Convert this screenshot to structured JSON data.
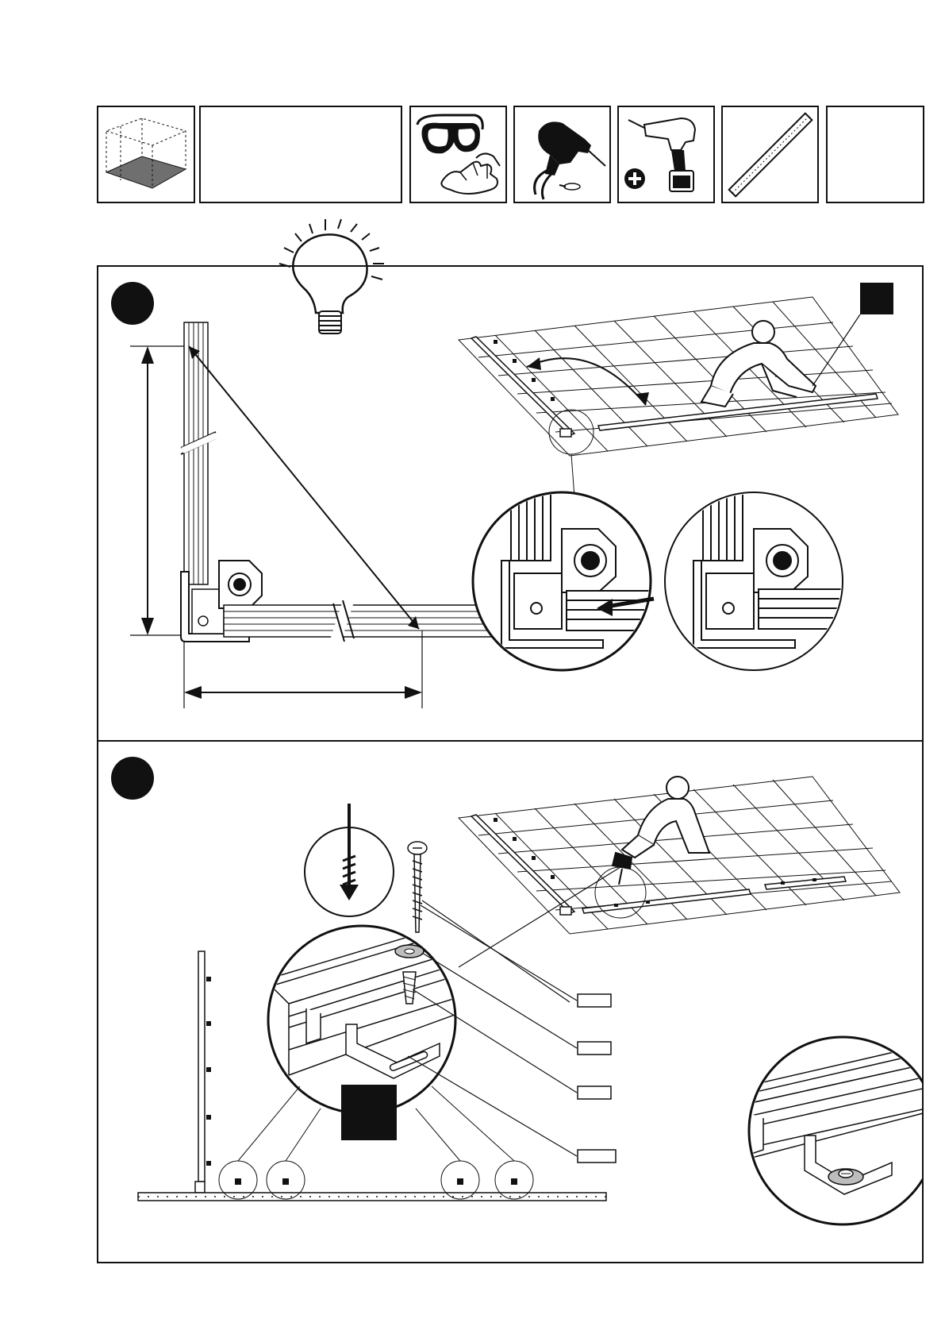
{
  "toolbar": {
    "items": [
      {
        "icon": "shed-floor-icon"
      },
      {
        "icon": "blank-panel"
      },
      {
        "icon": "goggles-gloves-icon"
      },
      {
        "icon": "power-drill-icon"
      },
      {
        "icon": "cordless-drill-icon"
      },
      {
        "icon": "spirit-level-icon"
      },
      {
        "icon": "blank-panel"
      }
    ]
  },
  "steps": [
    {
      "icon": "step-marker-1"
    },
    {
      "icon": "step-marker-2"
    }
  ],
  "colors": {
    "ink": "#111111",
    "paper": "#ffffff",
    "shade": "#777777"
  }
}
